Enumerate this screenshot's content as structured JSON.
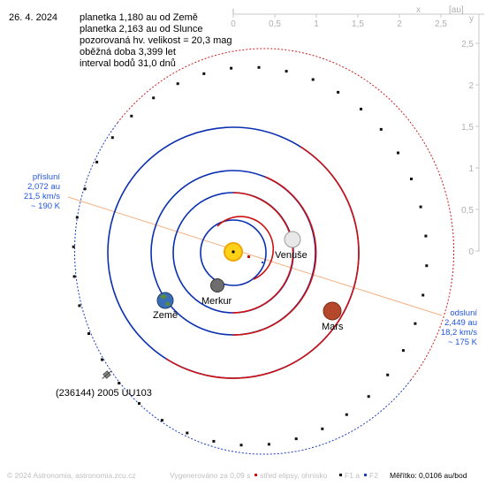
{
  "date": "26. 4. 2024",
  "info_lines": [
    "planetka 1,180 au od Země",
    "planetka 2,163 au od Slunce",
    "pozorovaná hv. velikost = 20,3 mag",
    "oběžná doba 3,399 let",
    "interval bodů 31,0 dnů"
  ],
  "axes": {
    "unit": "[au]",
    "x_label": "x",
    "y_label": "y",
    "x_ticks": [
      "0",
      "0,5",
      "1",
      "1,5",
      "2",
      "2,5"
    ],
    "y_ticks": [
      "2,5",
      "2",
      "1,5",
      "1",
      "0,5",
      "0"
    ]
  },
  "perihelion": {
    "title": "přísluní",
    "distance": "2,072 au",
    "speed": "21,5 km/s",
    "temperature": "~ 190 K"
  },
  "aphelion": {
    "title": "odsluní",
    "distance": "2,449 au",
    "speed": "18,2 km/s",
    "temperature": "~ 175 K"
  },
  "bodies": {
    "venus": "Venuše",
    "mercury": "Merkur",
    "earth": "Země",
    "mars": "Mars",
    "asteroid": "(236144) 2005 UU103"
  },
  "footer": {
    "copyright": "© 2024 Astronomia, astronomia.zcu.cz",
    "generated": "Vygenerováno za 0,09 s",
    "legend_center": "střed elipsy, ohnisko",
    "legend_f1": "F1 a",
    "legend_f2": "F2",
    "scale": "Měřítko: 0,0106 au/bod"
  },
  "colors": {
    "orbit_blue": "#0a2fb0",
    "orbit_red": "#cc1111",
    "asteroid_blue": "#1a3fbf",
    "asteroid_red": "#cc2222",
    "apsis_line": "#f4b183",
    "label_blue": "#2255dd",
    "axis_gray": "#b0b0b0",
    "sun": "#ffd21a",
    "mars": "#b5482a",
    "venus": "#e8e8e8",
    "mercury": "#6d6d6d",
    "earth": "#3a6fb8"
  }
}
